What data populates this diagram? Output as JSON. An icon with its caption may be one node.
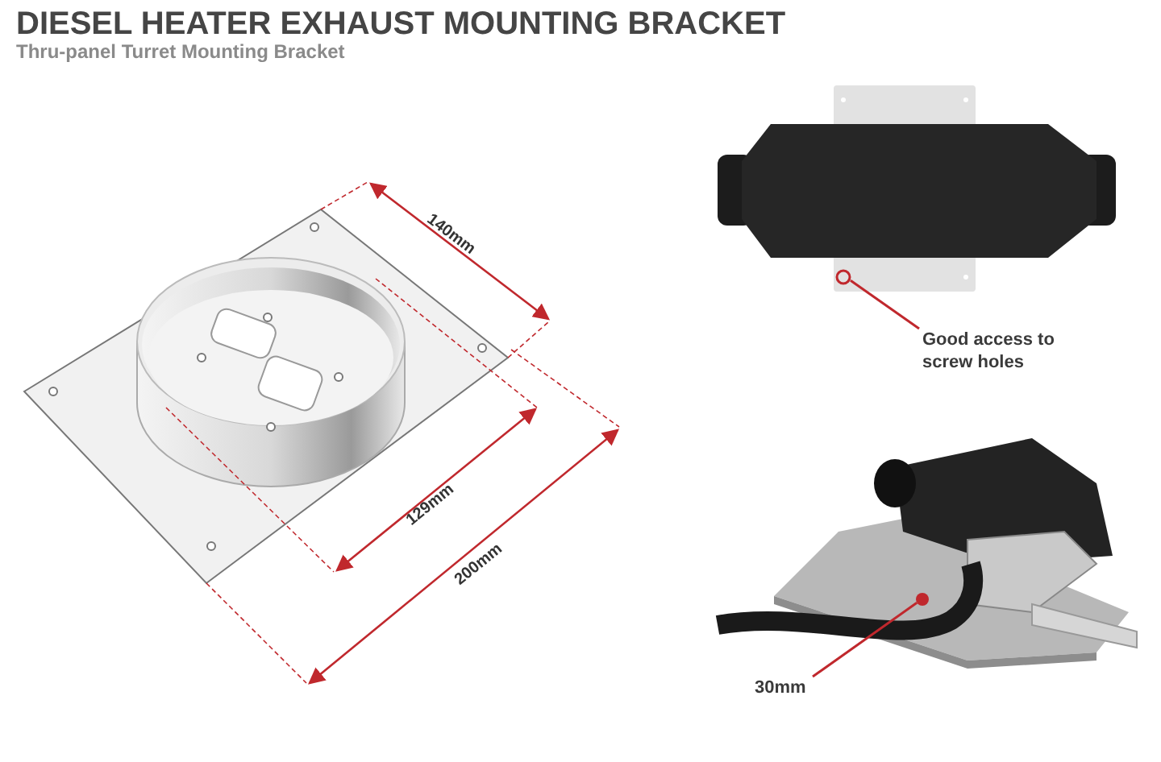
{
  "diagram": {
    "title": "DIESEL HEATER EXHAUST MOUNTING BRACKET",
    "caption": "Thru-panel Turret Mounting Bracket",
    "nodes": [
      {
        "text": [
          "Good access to screw holes"
        ]
      },
      {
        "text": [],
        "shape": "circle"
      },
      {
        "text": [
          "30mm"
        ]
      },
      {
        "text": [],
        "shape": "circle"
      }
    ],
    "edges": [
      {
        "from": 0,
        "to": 1,
        "arrow": "none",
        "color": "#c0282d"
      },
      {
        "from": 2,
        "to": 3,
        "arrow": "none",
        "color": "#c0282d"
      }
    ],
    "labels": [
      "140mm",
      "129mm",
      "200mm"
    ]
  }
}
